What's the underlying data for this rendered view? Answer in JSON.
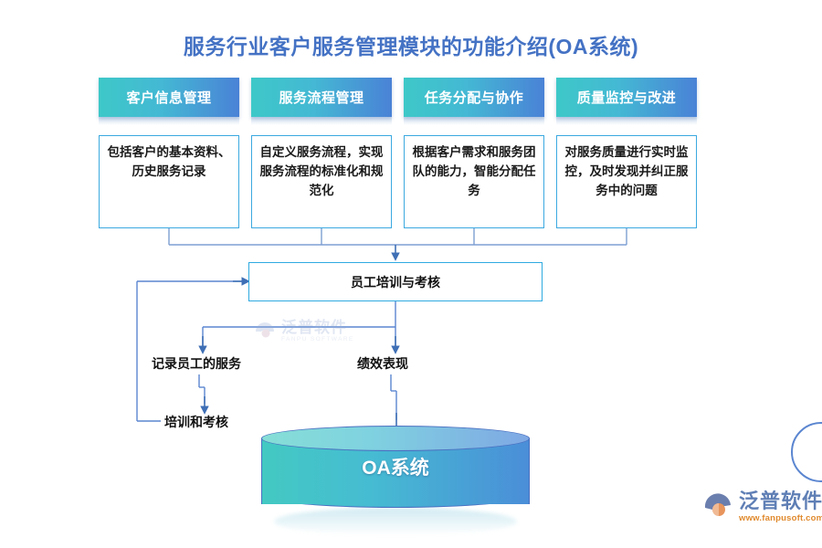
{
  "title": "服务行业客户服务管理模块的功能介绍(OA系统)",
  "cards": [
    {
      "head": "客户信息管理",
      "body": "包括客户的基本资料、历史服务记录"
    },
    {
      "head": "服务流程管理",
      "body": "自定义服务流程，实现服务流程的标准化和规范化"
    },
    {
      "head": "任务分配与协作",
      "body": "根据客户需求和服务团队的能力，智能分配任务"
    },
    {
      "head": "质量监控与改进",
      "body": "对服务质量进行实时监控，及时发现并纠正服务中的问题"
    }
  ],
  "flow": {
    "mid_box": "员工培训与考核",
    "branch_left": "记录员工的服务",
    "branch_right": "绩效表现",
    "branch_left_child": "培训和考核",
    "database": "OA系统"
  },
  "watermark": {
    "cn": "泛普软件",
    "en": "FANPU SOFTWARE"
  },
  "logo": {
    "cn": "泛普软件",
    "url": "www.fanpusoft.com"
  },
  "colors": {
    "title": "#4472c4",
    "card_head_from": "#3ec8c8",
    "card_head_to": "#4a82d6",
    "card_border": "#3ba9e0",
    "line": "#4a7ebb",
    "cylinder_from": "#43c9c2",
    "cylinder_to": "#4a8ed8"
  }
}
